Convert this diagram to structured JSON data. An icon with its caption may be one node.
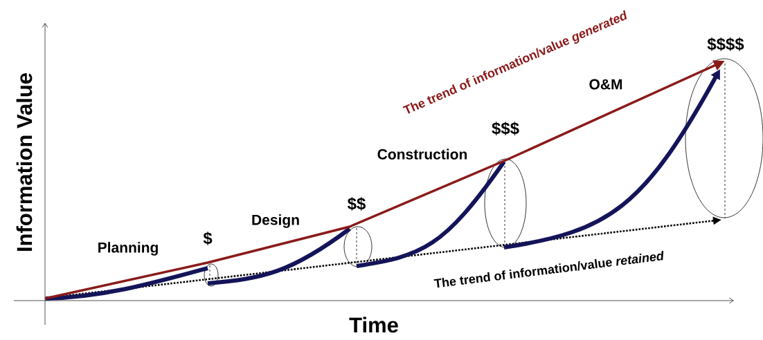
{
  "diagram": {
    "labels": [
      "The trend of information/value *generated*",
      "$$$$",
      "O&M",
      "$$$",
      "Construction",
      "$$",
      "Design",
      "$",
      "Planning",
      "Information Value",
      "The trend of information/value *retained*",
      "Time"
    ]
  }
}
